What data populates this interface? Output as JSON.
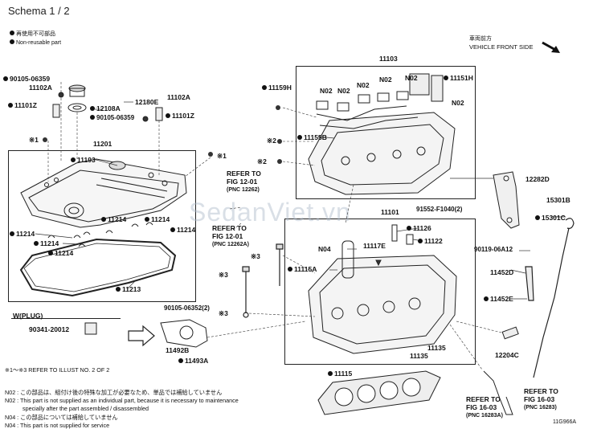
{
  "title": "Schema 1 / 2",
  "legend": {
    "non_reusable_jp": "再使用不可部品",
    "non_reusable_en": "Non-reusable part"
  },
  "vehicle_front": {
    "jp": "車両前方",
    "en": "VEHICLE FRONT SIDE"
  },
  "watermark": "SedanViet.vn",
  "labels": {
    "p90105_06359_a": "90105-06359",
    "p11102A_a": "11102A",
    "p11101Z_a": "11101Z",
    "p12108A": "12108A",
    "p12180E": "12180E",
    "p11102A_b": "11102A",
    "p90105_06359_b": "90105-06359",
    "p11101Z_b": "11101Z",
    "p11201": "11201",
    "p11193": "11193",
    "x1_a": "※1",
    "x1_b": "※1",
    "p11214_a": "11214",
    "p11214_b": "11214",
    "p11214_c": "11214",
    "p11214_d": "11214",
    "p11214_e": "11214",
    "p11214_f": "11214",
    "p11213": "11213",
    "p11103": "11103",
    "p11159H": "11159H",
    "n02_a": "N02",
    "n02_b": "N02",
    "n02_c": "N02",
    "n02_d": "N02",
    "n02_e": "N02",
    "n02_f": "N02",
    "p11151H": "11151H",
    "x2_a": "※2",
    "x2_b": "※2",
    "p11155B": "11155B",
    "p12282D": "12282D",
    "p15301B": "15301B",
    "p15301C": "15301C",
    "p91552": "91552-F1040(2)",
    "p11101": "11101",
    "p11126": "11126",
    "p11122": "11122",
    "n04": "N04",
    "p11117E": "11117E",
    "x3_a": "※3",
    "p11115A": "11115A",
    "x3_b": "※3",
    "x3_c": "※3",
    "p90119": "90119-06A12",
    "p11452D": "11452D",
    "p11452E": "11452E",
    "p12204C": "12204C",
    "p11135_a": "11135",
    "p11135_b": "11135",
    "p90105_06352": "90105-06352(2)",
    "wplug": "W(PLUG)",
    "p90341": "90341-20012",
    "p11492B": "11492B",
    "p11493A": "11493A",
    "p11115": "11115",
    "ref_1": "REFER TO",
    "ref_1b": "FIG 12-01",
    "ref_1c": "(PNC 12262)",
    "ref_2": "REFER TO",
    "ref_2b": "FIG 12-01",
    "ref_2c": "(PNC 12262A)",
    "ref_3": "REFER TO",
    "ref_3b": "FIG 16-03",
    "ref_3c": "(PNC 16283A)",
    "ref_4": "REFER TO",
    "ref_4b": "FIG 16-03",
    "ref_4c": "(PNC 16283)",
    "code": "11G966A"
  },
  "notes": {
    "illust": "※1～※3 REFER TO ILLUST NO. 2 OF 2",
    "n02_jp": "N02 : この部品は、組付け後の特殊な加工が必要なため、単品では補給していません",
    "n02_en1": "N02 : This part is not supplied as an individual part, because it is necessary to maintenance",
    "n02_en2": "specially after the part assembled / disassembled",
    "n04_jp": "N04 : この部品については補給していません",
    "n04_en": "N04 : This part is not supplied for service"
  }
}
